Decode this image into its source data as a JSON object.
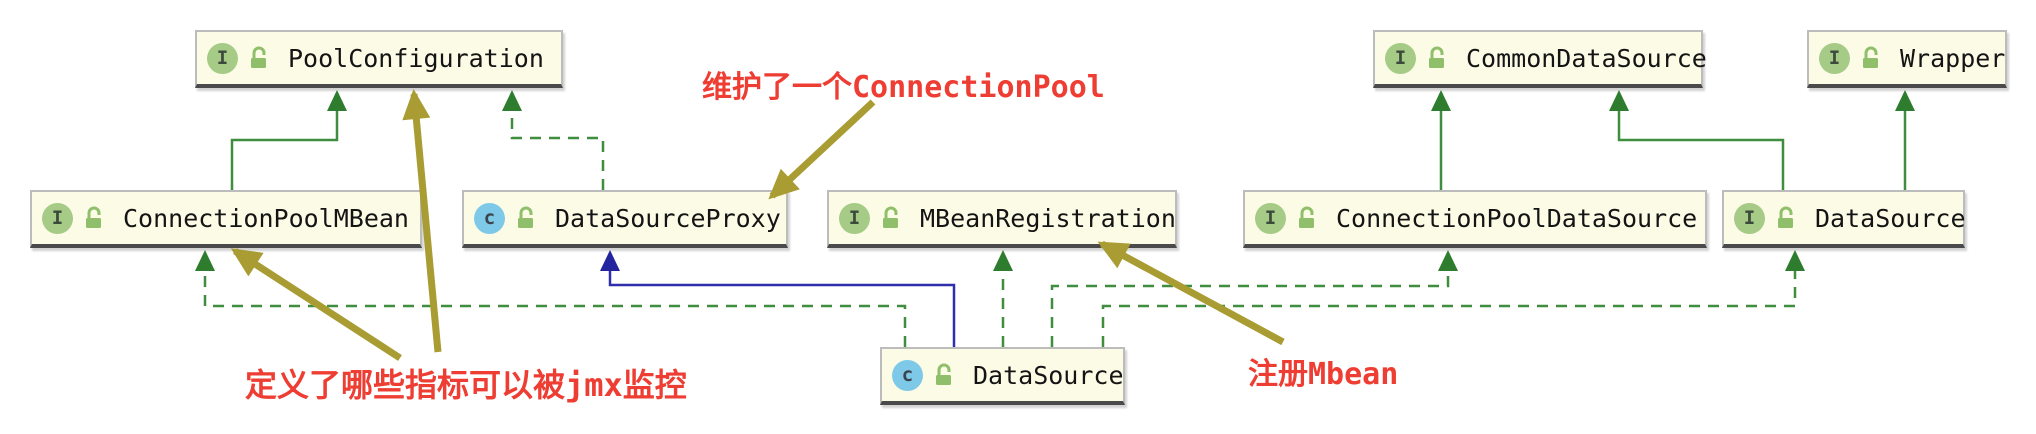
{
  "nodes": [
    {
      "id": "pool-configuration",
      "label": "PoolConfiguration",
      "kind": "interface",
      "icon_letter": "I"
    },
    {
      "id": "common-data-source",
      "label": "CommonDataSource",
      "kind": "interface",
      "icon_letter": "I"
    },
    {
      "id": "wrapper",
      "label": "Wrapper",
      "kind": "interface",
      "icon_letter": "I"
    },
    {
      "id": "connection-pool-mbean",
      "label": "ConnectionPoolMBean",
      "kind": "interface",
      "icon_letter": "I"
    },
    {
      "id": "data-source-proxy",
      "label": "DataSourceProxy",
      "kind": "class",
      "icon_letter": "c"
    },
    {
      "id": "mbean-registration",
      "label": "MBeanRegistration",
      "kind": "interface",
      "icon_letter": "I"
    },
    {
      "id": "connection-pool-data-source",
      "label": "ConnectionPoolDataSource",
      "kind": "interface",
      "icon_letter": "I"
    },
    {
      "id": "data-source-interface",
      "label": "DataSource",
      "kind": "interface",
      "icon_letter": "I"
    },
    {
      "id": "data-source-class",
      "label": "DataSource",
      "kind": "class",
      "icon_letter": "c"
    }
  ],
  "annotations": [
    {
      "text": "维护了一个ConnectionPool",
      "points_to": "DataSourceProxy"
    },
    {
      "text": "定义了哪些指标可以被jmx监控",
      "points_to": "PoolConfiguration and ConnectionPoolMBean"
    },
    {
      "text": "注册Mbean",
      "points_to": "MBeanRegistration"
    }
  ],
  "relationships": [
    {
      "from": "ConnectionPoolMBean",
      "to": "PoolConfiguration",
      "type": "extends",
      "style": "solid-green"
    },
    {
      "from": "DataSourceProxy",
      "to": "PoolConfiguration",
      "type": "implements",
      "style": "dashed-green"
    },
    {
      "from": "ConnectionPoolDataSource",
      "to": "CommonDataSource",
      "type": "extends",
      "style": "solid-green"
    },
    {
      "from": "DataSource (interface)",
      "to": "CommonDataSource",
      "type": "extends",
      "style": "solid-green"
    },
    {
      "from": "DataSource (interface)",
      "to": "Wrapper",
      "type": "extends",
      "style": "solid-green"
    },
    {
      "from": "DataSource (class)",
      "to": "ConnectionPoolMBean",
      "type": "implements",
      "style": "dashed-green"
    },
    {
      "from": "DataSource (class)",
      "to": "DataSourceProxy",
      "type": "extends",
      "style": "solid-blue"
    },
    {
      "from": "DataSource (class)",
      "to": "MBeanRegistration",
      "type": "implements",
      "style": "dashed-green"
    },
    {
      "from": "DataSource (class)",
      "to": "ConnectionPoolDataSource",
      "type": "implements",
      "style": "dashed-green"
    },
    {
      "from": "DataSource (class)",
      "to": "DataSource (interface)",
      "type": "implements",
      "style": "dashed-green"
    }
  ],
  "colors": {
    "node_fill": "#fbfbe6",
    "interface_icon": "#a6cb86",
    "class_icon": "#7fc9e8",
    "lock_icon": "#8fbf6b",
    "edge_green": "#3f8e3f",
    "edge_blue": "#2f2fae",
    "annotation_red": "#ee3d33",
    "annotation_arrow_olive": "#a89c33"
  }
}
